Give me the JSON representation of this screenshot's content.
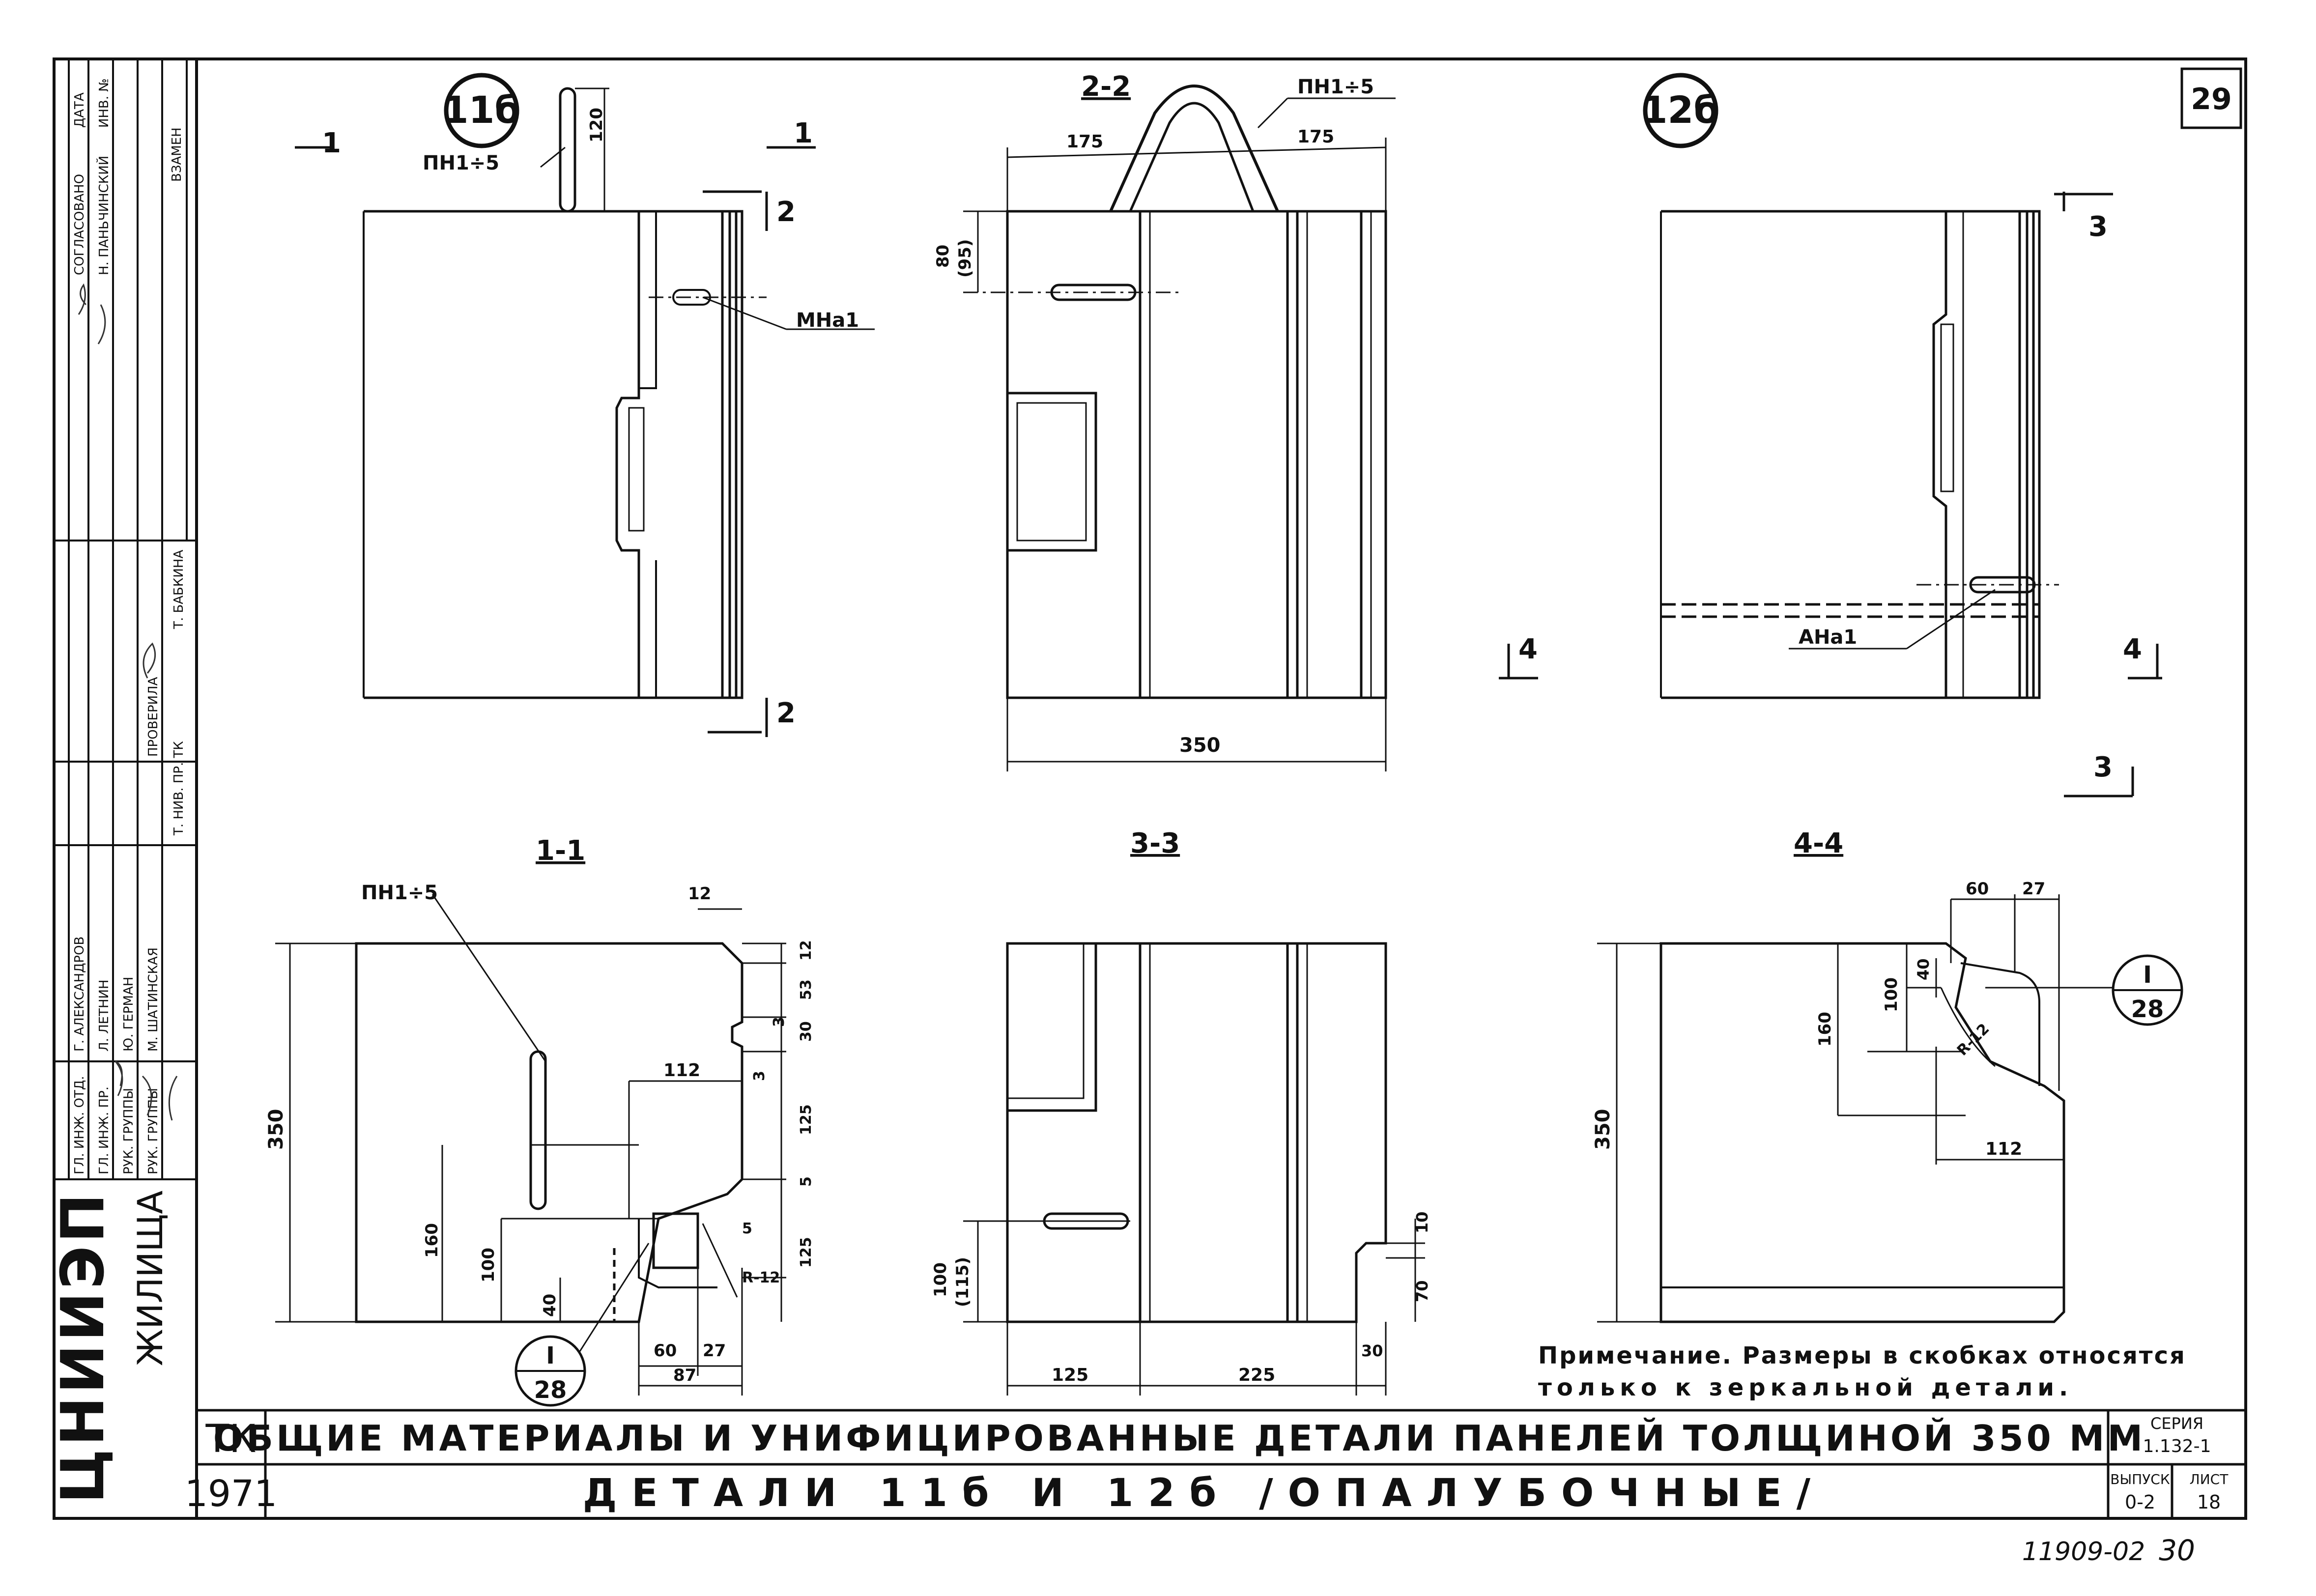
{
  "sheet": {
    "number": "29",
    "stamp": "11909-02",
    "stamp_page": "30",
    "note_line1": "Примечание. Размеры в скобках относятся",
    "note_line2": "только к зеркальной детали."
  },
  "title_block": {
    "org_logo": "ЦНИИЭП",
    "org_name": "ЖИЛИЩА",
    "code": "ТК",
    "year": "1971",
    "title_main": "ОБЩИЕ МАТЕРИАЛЫ И УНИФИЦИРОВАННЫЕ ДЕТАЛИ ПАНЕЛЕЙ ТОЛЩИНОЙ 350 ММ",
    "title_sub": "ДЕТАЛИ 11б И 12б /ОПАЛУБОЧНЫЕ/",
    "series_label": "СЕРИЯ",
    "series_value": "1.132-1",
    "issue_label": "ВЫПУСК",
    "issue_value": "0-2",
    "sheet_label": "ЛИСТ",
    "sheet_value": "18"
  },
  "side_strip": {
    "roles": [
      "ГЛ. ИНЖ. ОТД.",
      "ГЛ. ИНЖ. ПР.",
      "РУК. ГРУППЫ",
      "РУК. ГРУППЫ"
    ],
    "names": [
      "Ю. ГЕРМАН",
      "М. ШАТИНСКАЯ",
      "Г. АЛЕКСАНДРОВ",
      "Л. ЛЕТНИН"
    ],
    "checked": "ПРОВЕРИЛА",
    "checker": "Т. БАБКИНА",
    "agreed": "СОГЛАСОВАНО",
    "agreed_name": "Н. ПАНЬЧИНСКИЙ",
    "date_head": "ДАТА",
    "inv_head": "ИНВ. №",
    "replace": "ВЗАМЕН",
    "inv_no": "Т. НИВ. ПР. ТК"
  },
  "views": {
    "detail_11b": "11б",
    "detail_12b": "12б",
    "sec_2_2": "2-2",
    "sec_1_1": "1-1",
    "sec_3_3": "3-3",
    "sec_4_4": "4-4",
    "cut_1": "1",
    "cut_2": "2",
    "cut_3": "3",
    "cut_4": "4"
  },
  "parts": {
    "pn": "ПН1÷5",
    "mna": "МНа1",
    "ana": "АНа1",
    "callout_num": "I",
    "callout_sheet": "28"
  },
  "dims": {
    "d120": "120",
    "d175a": "175",
    "d175b": "175",
    "d80": "80",
    "d95": "(95)",
    "d350_top": "350",
    "d12a": "12",
    "d12b": "12",
    "d53": "53",
    "d3a": "3",
    "d30": "30",
    "d3b": "3",
    "d112a": "112",
    "d125a": "125",
    "d5a": "5",
    "d5b": "5",
    "d125b": "125",
    "d350_11": "350",
    "d160a": "160",
    "d100a": "100",
    "d40a": "40",
    "r12a": "R-12",
    "d60a": "60",
    "d27a": "27",
    "d87": "87",
    "d100b": "100",
    "d115": "(115)",
    "d10": "10",
    "d70": "70",
    "d125c": "125",
    "d225": "225",
    "d30b": "30",
    "d60b": "60",
    "d27b": "27",
    "d40b": "40",
    "d100c": "100",
    "d160b": "160",
    "r12b": "R-12",
    "d350_44": "350",
    "d112b": "112"
  }
}
